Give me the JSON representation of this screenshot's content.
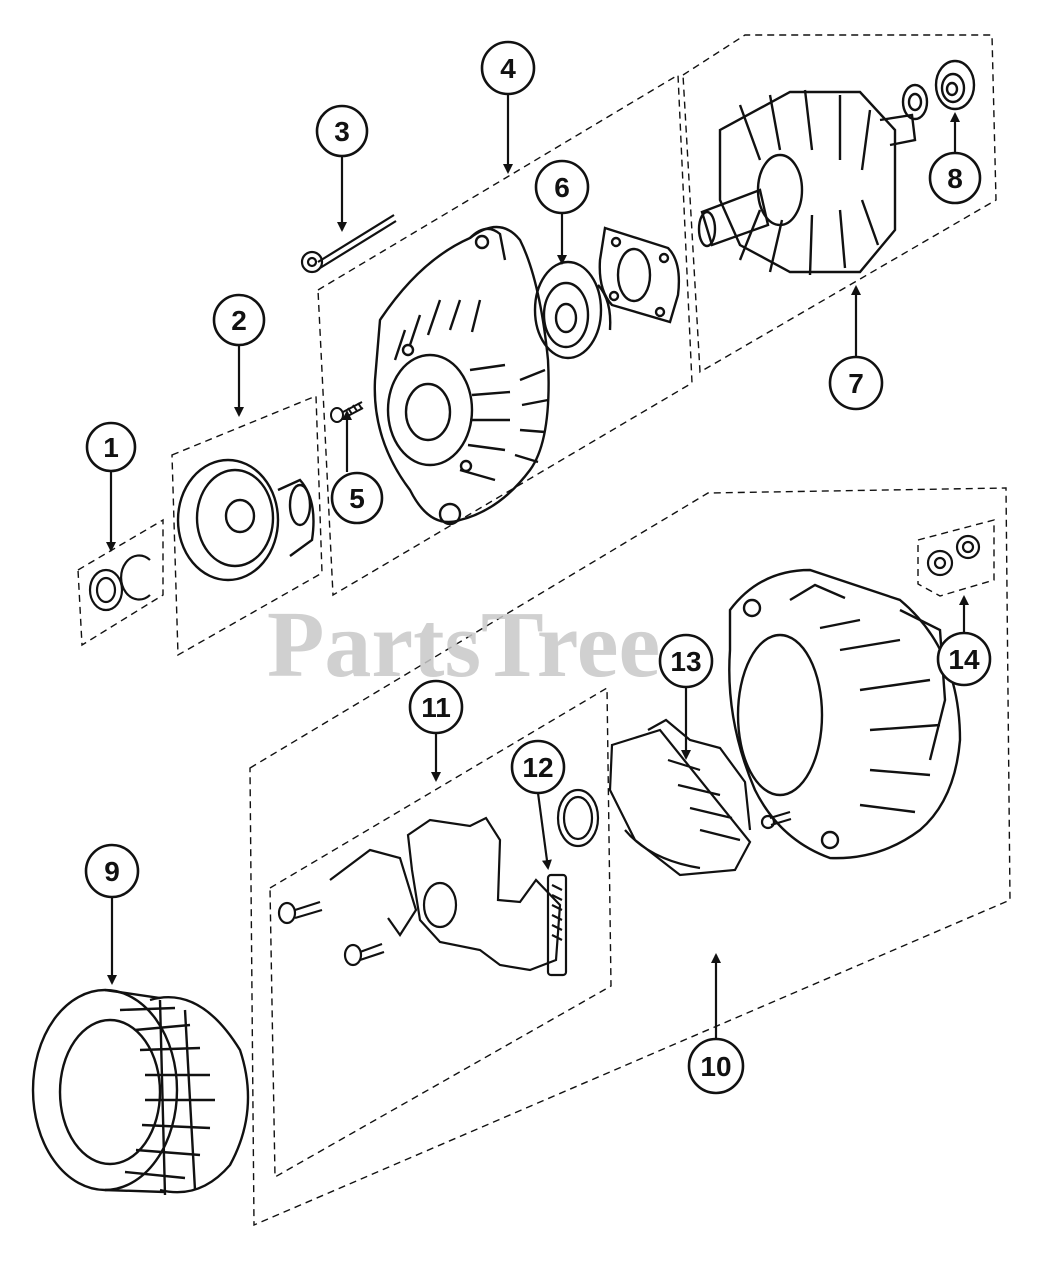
{
  "watermark": "PartsTree",
  "callouts": [
    {
      "id": "1",
      "label": "1"
    },
    {
      "id": "2",
      "label": "2"
    },
    {
      "id": "3",
      "label": "3"
    },
    {
      "id": "4",
      "label": "4"
    },
    {
      "id": "5",
      "label": "5"
    },
    {
      "id": "6",
      "label": "6"
    },
    {
      "id": "7",
      "label": "7"
    },
    {
      "id": "8",
      "label": "8"
    },
    {
      "id": "9",
      "label": "9"
    },
    {
      "id": "10",
      "label": "10"
    },
    {
      "id": "11",
      "label": "11"
    },
    {
      "id": "12",
      "label": "12"
    },
    {
      "id": "13",
      "label": "13"
    },
    {
      "id": "14",
      "label": "14"
    }
  ],
  "colors": {
    "ink": "#111111",
    "watermark": "#c8c8c8",
    "background": "#ffffff"
  }
}
